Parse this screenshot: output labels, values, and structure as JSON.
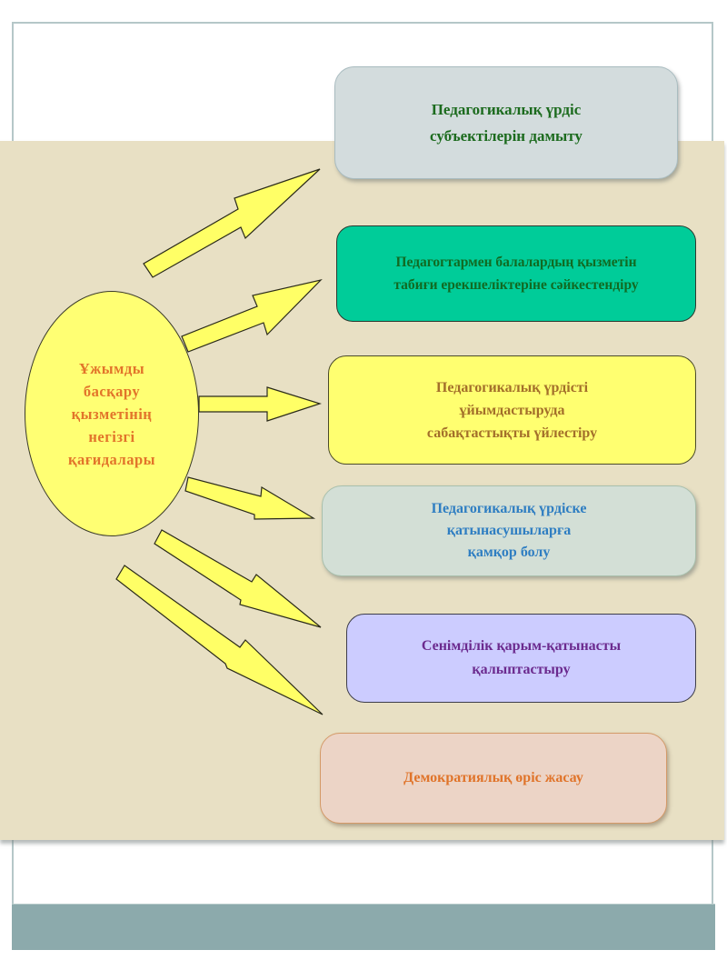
{
  "diagram": {
    "center": {
      "label": "Ұжымды\nбасқару\nқызметінің\nнегізгі\nқағидалары",
      "fill_color": "#ffff73",
      "text_color": "#e2742a"
    },
    "principles": [
      {
        "label": "Педагогикалық үрдіс\nсубъектілерін дамыту",
        "fill_color": "#d3dcdd",
        "text_color": "#1c6b1e"
      },
      {
        "label": "Педагогтармен балалардың қызметін\nтабиғи ерекшеліктеріне сәйкестендіру",
        "fill_color": "#00cc99",
        "text_color": "#116a22"
      },
      {
        "label": "Педагогикалық үрдісті\nұйымдастыруда\nсабақтастықты үйлестіру",
        "fill_color": "#ffff70",
        "text_color": "#a36f2a"
      },
      {
        "label": "Педагогикалық үрдіске\nқатынасушыларға\nқамқор болу",
        "fill_color": "#d3dfd6",
        "text_color": "#2f7ec2"
      },
      {
        "label": "Сенімділік  қарым-қатынасты\nқалыптастыру",
        "fill_color": "#ccccff",
        "text_color": "#6b2a8e"
      },
      {
        "label": "Демократиялық  өріс  жасау",
        "fill_color": "#ecd4c6",
        "text_color": "#e0742a"
      }
    ],
    "arrow_color": "#ffff66",
    "background_band_color": "#e8e0c4",
    "footer_band_color": "#8caaac"
  }
}
